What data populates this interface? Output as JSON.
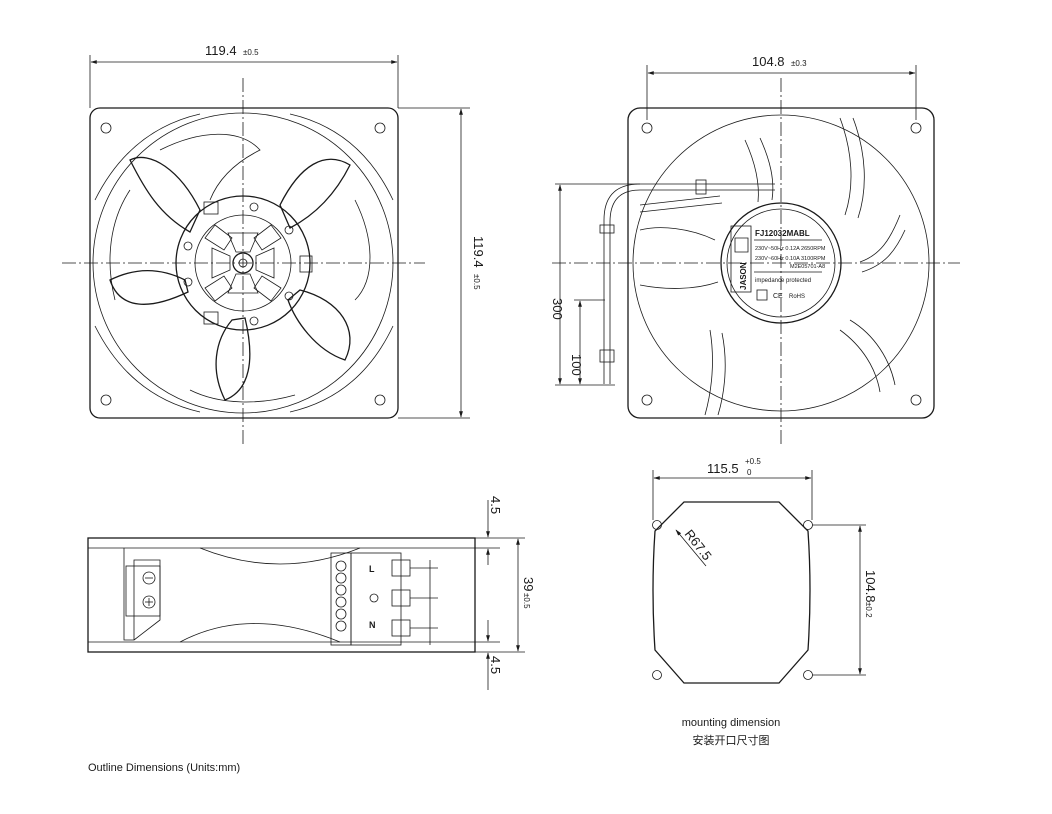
{
  "front_view": {
    "width_value": "119.4",
    "width_tol": "±0.5",
    "height_value": "119.4",
    "height_tol": "±0.5"
  },
  "back_view": {
    "width_value": "104.8",
    "width_tol": "±0.3",
    "lead_length": "300",
    "strip_length": "100",
    "label": {
      "model": "FJ12032MABL",
      "brand": "JASON",
      "line1": "230V~50Hz  0.12A  2650RPM",
      "line2": "230V~60Hz  0.10A  3100RPM",
      "line3": "M2E05701-A8",
      "protection": "impedance protected",
      "ce": "CE",
      "rohs": "RoHS"
    }
  },
  "side_view": {
    "top_offset": "4.5",
    "depth_value": "39",
    "depth_tol": "±0.5",
    "bottom_offset": "4.5",
    "terminal_l": "L",
    "terminal_n": "N"
  },
  "mounting_view": {
    "width_value": "115.5",
    "width_tol_upper": "+0.5",
    "width_tol_lower": "0",
    "radius": "R67.5",
    "height_value": "104.8",
    "height_tol": "±0.2",
    "caption_en": "mounting dimension",
    "caption_cn": "安装开口尺寸图"
  },
  "footer": {
    "title": "Outline Dimensions (Units:mm)"
  }
}
